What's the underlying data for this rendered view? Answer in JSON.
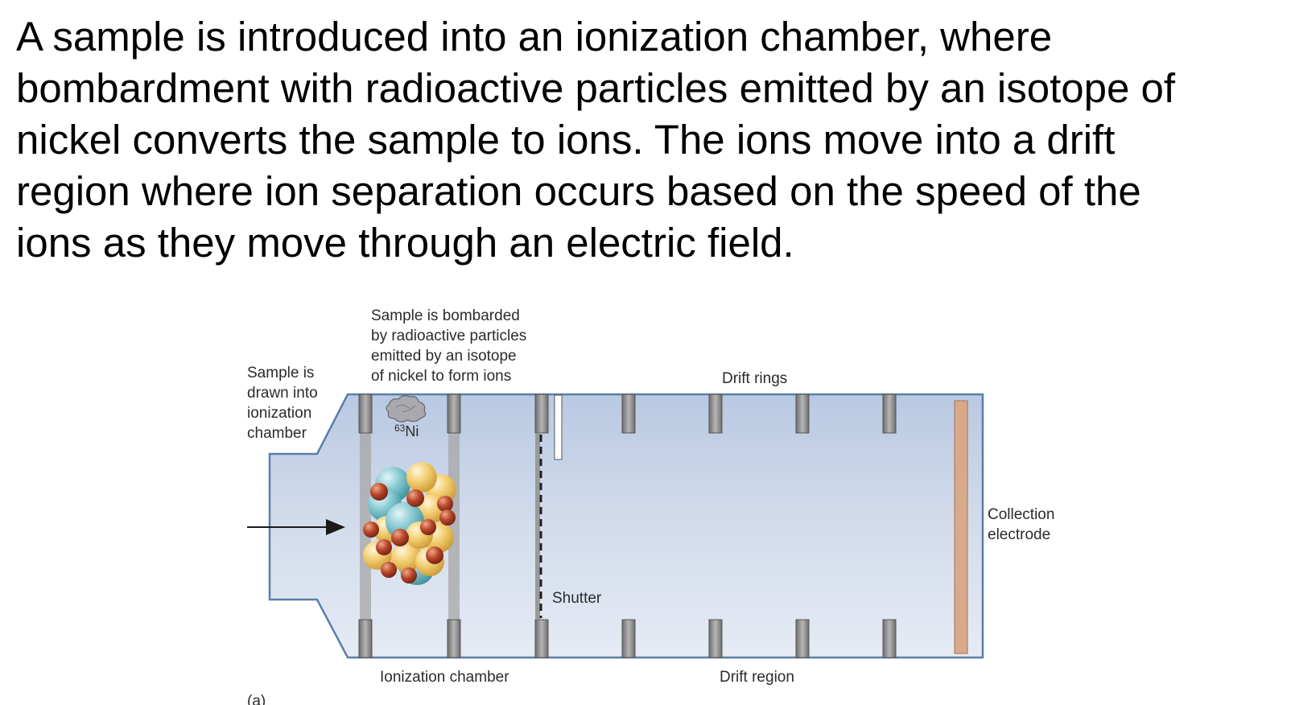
{
  "description": {
    "lines": [
      "A sample is introduced into an ionization chamber, where",
      "bombardment with radioactive particles emitted by an isotope of",
      "nickel converts the sample to ions. The ions move into a drift",
      "region where ion separation occurs based on the speed of the",
      "ions as they move through an electric field."
    ]
  },
  "diagram": {
    "inlet_label": [
      "Sample is",
      "drawn into",
      "ionization",
      "chamber"
    ],
    "bombard_label": [
      "Sample is bombarded",
      "by radioactive particles",
      "emitted by an isotope",
      "of nickel to form ions"
    ],
    "drift_rings_label": "Drift rings",
    "isotope_mass": "63",
    "isotope_symbol": "Ni",
    "shutter_label": "Shutter",
    "collection_label": [
      "Collection",
      "electrode"
    ],
    "ionization_chamber_label": "Ionization chamber",
    "drift_region_label": "Drift region",
    "panel_label": "(a)",
    "colors": {
      "chamber_fill": "#cfd9ea",
      "chamber_stroke": "#5a7fa8",
      "ring": "#8f8f8f",
      "electrode": "#d8a98a",
      "ion_yellow": "#f1c96a",
      "ion_blue": "#7fc3cc",
      "ion_red": "#b7472a"
    }
  }
}
